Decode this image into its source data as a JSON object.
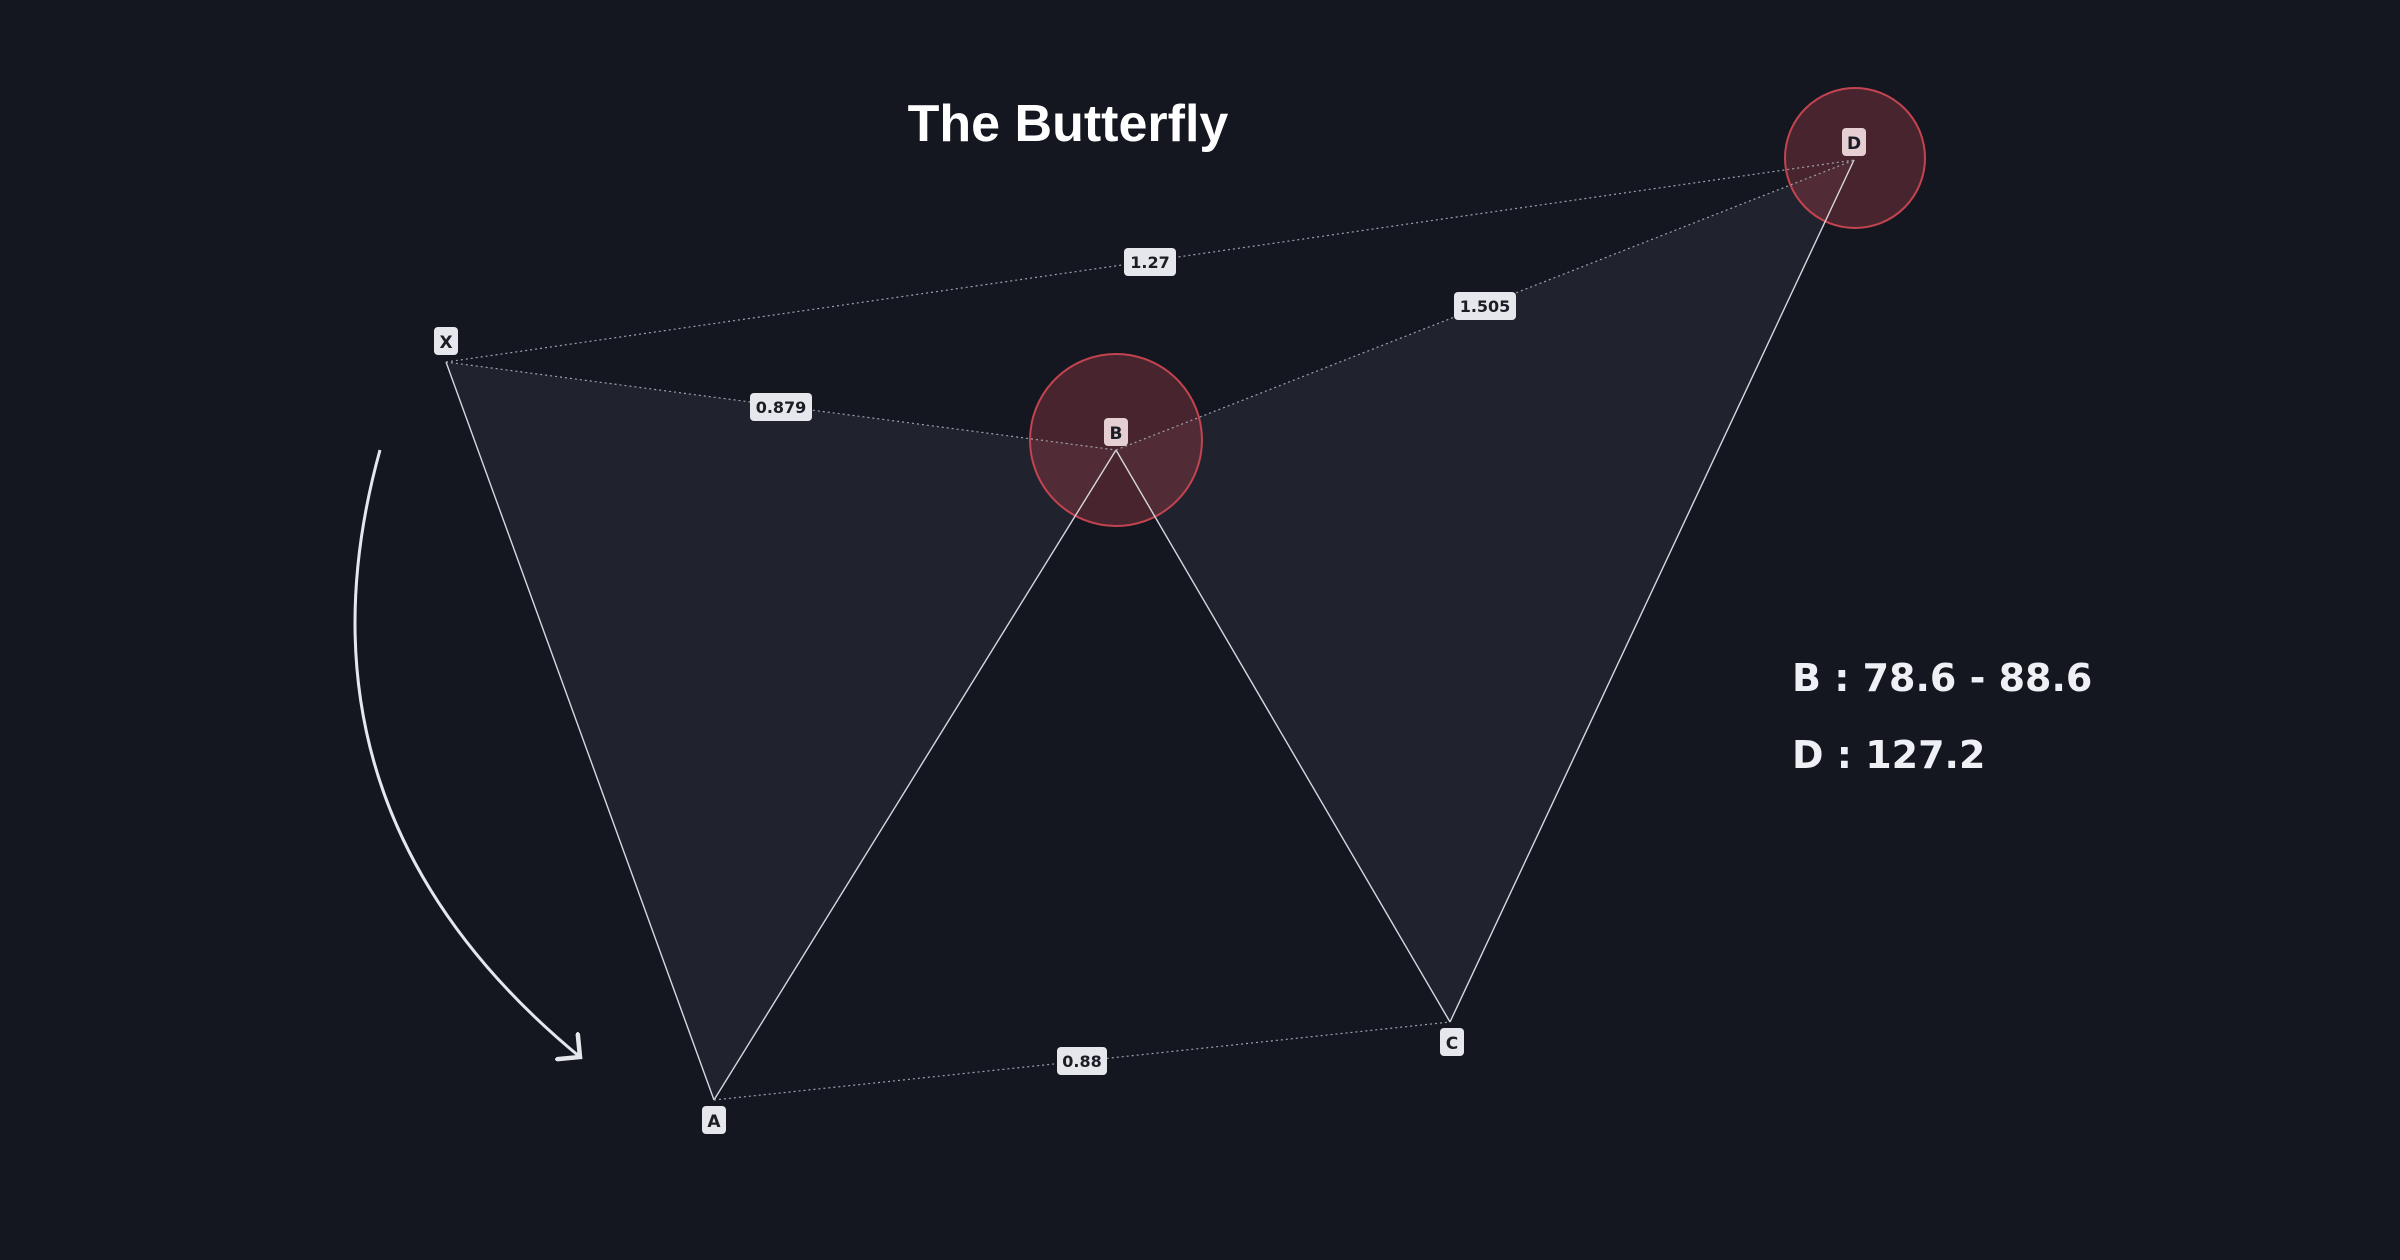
{
  "title": "The Butterfly",
  "points": {
    "X": "X",
    "A": "A",
    "B": "B",
    "C": "C",
    "D": "D"
  },
  "ratios": {
    "XD": "1.27",
    "XB": "0.879",
    "BD": "1.505",
    "AC": "0.88"
  },
  "info": {
    "b_range": "B : 78.6 - 88.6",
    "d_level": "D : 127.2"
  },
  "colors": {
    "background": "#141720",
    "wing_fill": "#20222d",
    "highlight_zone": "#c24450",
    "line": "#d6d8de",
    "label_bg": "#e6e7ec"
  }
}
